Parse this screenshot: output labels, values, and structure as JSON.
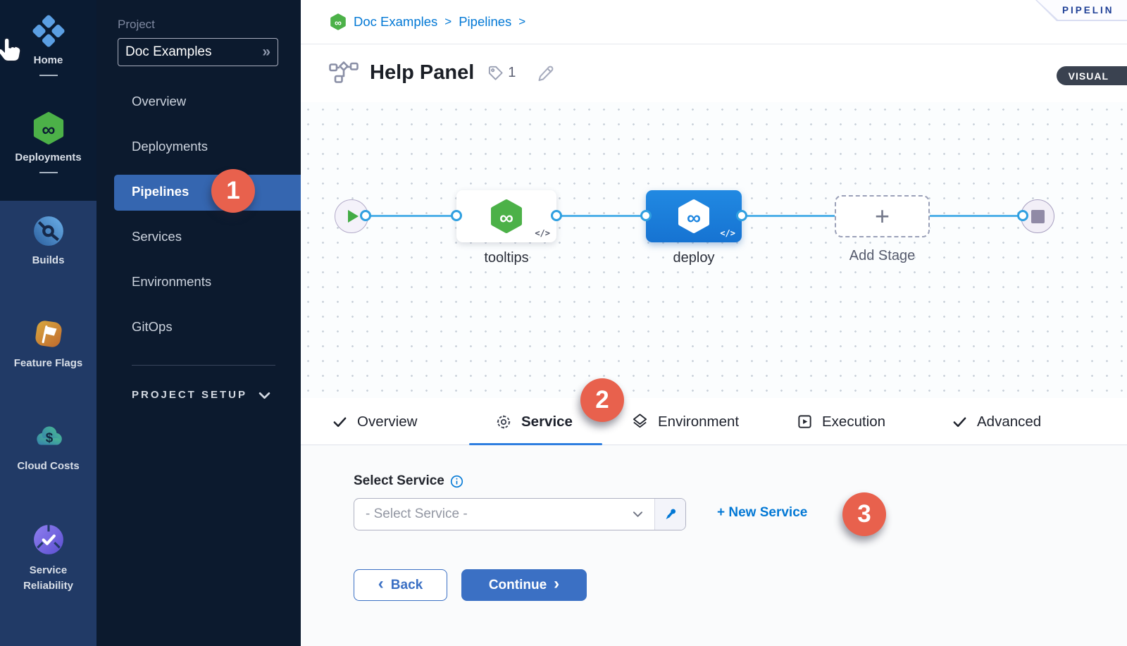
{
  "module_rail": {
    "items": [
      {
        "label": "Home"
      },
      {
        "label": "Deployments"
      },
      {
        "label": "Builds"
      },
      {
        "label": "Feature Flags"
      },
      {
        "label": "Cloud Costs"
      },
      {
        "label": "Service Reliability"
      }
    ]
  },
  "project_nav": {
    "section_label": "Project",
    "project_name": "Doc Examples",
    "expand_glyph": "»",
    "items": [
      {
        "label": "Overview"
      },
      {
        "label": "Deployments"
      },
      {
        "label": "Pipelines"
      },
      {
        "label": "Services"
      },
      {
        "label": "Environments"
      },
      {
        "label": "GitOps"
      }
    ],
    "active_item": "Pipelines",
    "setup_label": "PROJECT SETUP"
  },
  "breadcrumb": {
    "crumb1": "Doc Examples",
    "sep1": ">",
    "crumb2": "Pipelines",
    "sep2": ">"
  },
  "header": {
    "title": "Help Panel",
    "tag_count": "1",
    "mode_badge": "VISUAL",
    "ribbon": "PIPELIN"
  },
  "canvas": {
    "stage1_label": "tooltips",
    "stage2_label": "deploy",
    "add_stage_label": "Add Stage",
    "add_stage_plus": "+",
    "code_glyph": "</>",
    "infinity_glyph": "∞"
  },
  "tabs": {
    "overview": "Overview",
    "service": "Service",
    "environment": "Environment",
    "execution": "Execution",
    "advanced": "Advanced"
  },
  "form": {
    "label": "Select Service",
    "placeholder": "- Select Service -",
    "new_service": "+ New Service",
    "back": "Back",
    "continue": "Continue",
    "back_chevron": "‹",
    "continue_chevron": "›"
  },
  "callouts": {
    "c1": "1",
    "c2": "2",
    "c3": "3"
  },
  "colors": {
    "link_blue": "#0278d5",
    "node_blue": "#1d85e0",
    "harness_green": "#42ab45",
    "callout_red": "#e8614d",
    "active_nav_blue": "#3566b0",
    "button_blue": "#3b70c4"
  }
}
